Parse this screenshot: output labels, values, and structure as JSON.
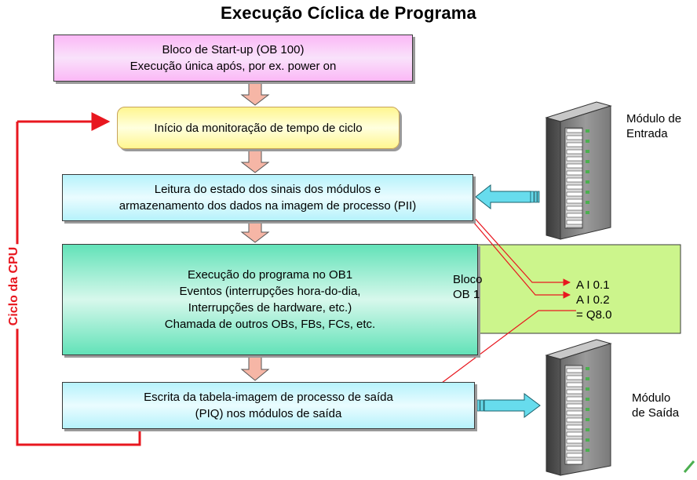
{
  "title": "Execução Cíclica de Programa",
  "startup": {
    "line1": "Bloco de Start-up (OB 100)",
    "line2": "Execução única após, por ex. power on"
  },
  "monitor": {
    "text": "Início da monitoração de tempo de ciclo"
  },
  "read": {
    "line1": "Leitura do estado dos sinais dos módulos e",
    "line2": "armazenamento dos dados na imagem de processo (PII)"
  },
  "exec": {
    "line1": "Execução do programa no OB1",
    "line2": "Eventos (interrupções hora-do-dia,",
    "line3": "Interrupções de hardware, etc.)",
    "line4": "Chamada de outros OBs, FBs, FCs, etc."
  },
  "write": {
    "line1": "Escrita da tabela-imagem de processo de saída",
    "line2": "(PIQ) nos módulos de saída"
  },
  "ob1": {
    "label_line1": "Bloco",
    "label_line2": "OB 1",
    "code_line1": "A I 0.1",
    "code_line2": "A I 0.2",
    "code_line3": "= Q8.0"
  },
  "input_module": {
    "line1": "Módulo de",
    "line2": "Entrada"
  },
  "output_module": {
    "line1": "Módulo",
    "line2": "de Saída"
  },
  "cycle_label": "Ciclo da CPU",
  "colors": {
    "cycle_red": "#e8171f",
    "ob1_green": "#ccf58c",
    "arrow_pink": "#f6b6a6",
    "arrow_cyan": "#67dced"
  }
}
